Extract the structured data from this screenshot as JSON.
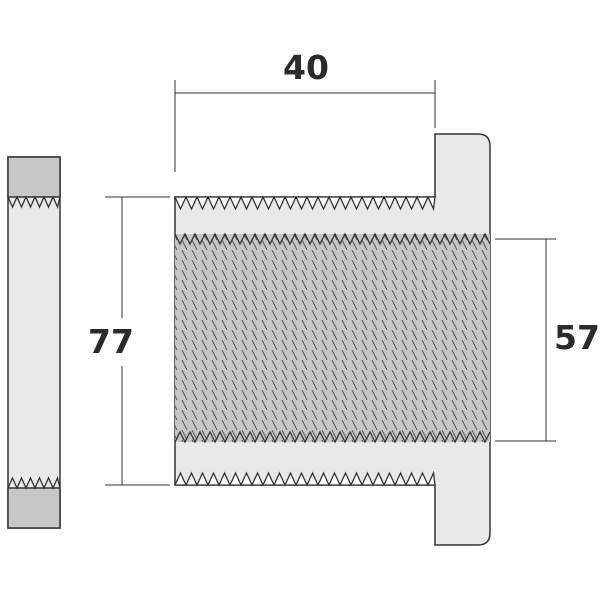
{
  "dimensions": {
    "length": "40",
    "outer_diameter": "77",
    "inner_diameter": "57"
  },
  "colors": {
    "outline": "#333333",
    "body_fill": "#e9e9e9",
    "nut_face_fill": "#c8c8c8",
    "bore_fill": "#c6c6c6",
    "text": "#2b2b2b"
  }
}
